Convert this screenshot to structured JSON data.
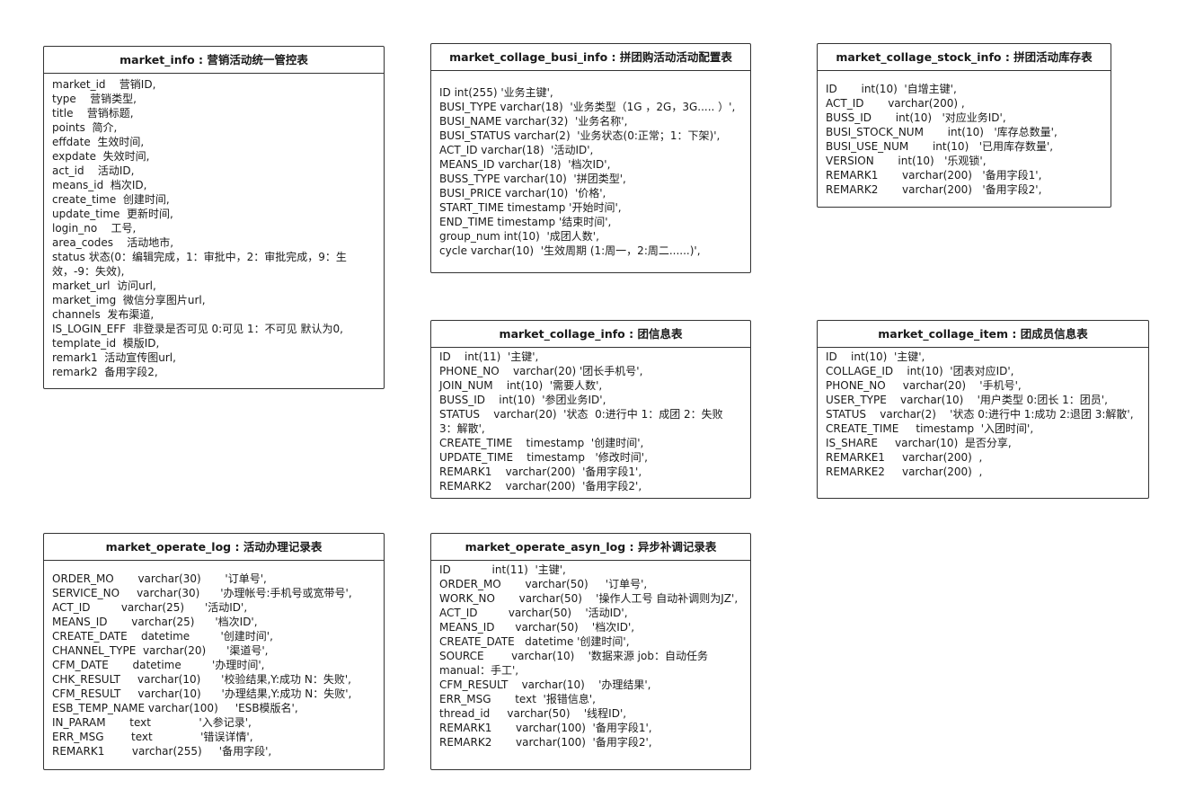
{
  "tables": {
    "market_info": {
      "title": "market_info :  营销活动统一管控表",
      "lines": [
        "market_id    营销ID,",
        "type    营销类型,",
        "title    营销标题,",
        "points  简介,",
        "effdate  生效时间,",
        "expdate  失效时间,",
        "act_id    活动ID,",
        "means_id  档次ID,",
        "create_time  创建时间,",
        "update_time  更新时间,",
        "login_no    工号,",
        "area_codes    活动地市,",
        "status 状态(0：编辑完成，1：审批中，2：审批完成，9：生效，-9：失效),",
        "market_url  访问url,",
        "market_img  微信分享图片url,",
        "channels  发布渠道,",
        "IS_LOGIN_EFF  非登录是否可见 0:可见 1：不可见 默认为0,",
        "template_id  模版ID,",
        "remark1  活动宣传图url,",
        "remark2  备用字段2,"
      ]
    },
    "market_collage_busi_info": {
      "title": "market_collage_busi_info : 拼团购活动活动配置表",
      "lines": [
        "ID int(255) '业务主键',",
        "BUSI_TYPE varchar(18)  '业务类型（1G ，2G，3G..... ）',",
        "BUSI_NAME varchar(32)  '业务名称',",
        "BUSI_STATUS varchar(2)  '业务状态(0:正常；1：下架)',",
        "ACT_ID varchar(18)  '活动ID',",
        "MEANS_ID varchar(18)  '档次ID',",
        "BUSS_TYPE varchar(10)  '拼团类型',",
        "BUSI_PRICE varchar(10)  '价格',",
        "START_TIME timestamp '开始时间',",
        "END_TIME timestamp '结束时间',",
        "group_num int(10)  '成团人数',",
        "cycle varchar(10)  '生效周期 (1:周一，2:周二......)',"
      ]
    },
    "market_collage_stock_info": {
      "title": "market_collage_stock_info :  拼团活动库存表",
      "lines": [
        "ID       int(10)  '自增主键',",
        "ACT_ID       varchar(200) ,",
        "BUSS_ID       int(10)   '对应业务ID',",
        "BUSI_STOCK_NUM       int(10)   '库存总数量',",
        "BUSI_USE_NUM       int(10)   '已用库存数量',",
        "VERSION       int(10)   '乐观锁',",
        "REMARK1       varchar(200)   '备用字段1',",
        "REMARK2       varchar(200)   '备用字段2',"
      ]
    },
    "market_collage_info": {
      "title": "market_collage_info :   团信息表",
      "lines": [
        "ID    int(11)  '主键',",
        "PHONE_NO    varchar(20) '团长手机号',",
        "JOIN_NUM    int(10)  '需要人数',",
        "BUSS_ID    int(10)  '参团业务ID',",
        "STATUS    varchar(20)  '状态  0:进行中 1：成团 2：失败 3：解散',",
        "CREATE_TIME    timestamp  '创建时间',",
        "UPDATE_TIME    timestamp   '修改时间',",
        "REMARK1    varchar(200)  '备用字段1',",
        "REMARK2    varchar(200)  '备用字段2',"
      ]
    },
    "market_collage_item": {
      "title": "market_collage_item : 团成员信息表",
      "lines": [
        "ID    int(10)  '主键',",
        "COLLAGE_ID    int(10)  '团表对应ID',",
        "PHONE_NO     varchar(20)    '手机号',",
        "USER_TYPE    varchar(10)    '用户类型 0:团长 1：团员',",
        "STATUS    varchar(2)    '状态 0:进行中 1:成功 2:退团 3:解散',",
        "CREATE_TIME     timestamp  '入团时间',",
        "IS_SHARE     varchar(10)  是否分享,",
        "REMARKE1     varchar(200)  ,",
        "REMARKE2     varchar(200)  ,"
      ]
    },
    "market_operate_log": {
      "title": "market_operate_log :  活动办理记录表",
      "lines": [
        "ORDER_MO       varchar(30)       '订单号',",
        "SERVICE_NO     varchar(30)      '办理帐号:手机号或宽带号',",
        "ACT_ID         varchar(25)      '活动ID',",
        "MEANS_ID       varchar(25)      '档次ID',",
        "CREATE_DATE    datetime         '创建时间',",
        "CHANNEL_TYPE  varchar(20)      '渠道号',",
        "CFM_DATE       datetime         '办理时间',",
        "CHK_RESULT     varchar(10)      '校验结果,Y:成功 N：失败',",
        "CFM_RESULT     varchar(10)      '办理结果,Y:成功 N：失败',",
        "ESB_TEMP_NAME varchar(100)     'ESB模版名',",
        "IN_PARAM       text              '入参记录',",
        "ERR_MSG        text              '错误详情',",
        "REMARK1        varchar(255)     '备用字段',"
      ]
    },
    "market_operate_asyn_log": {
      "title": "market_operate_asyn_log : 异步补调记录表",
      "lines": [
        "ID            int(11)  '主键',",
        "ORDER_MO       varchar(50)     '订单号',",
        "WORK_NO       varchar(50)    '操作人工号 自动补调则为JZ',",
        "ACT_ID         varchar(50)    '活动ID',",
        "MEANS_ID      varchar(50)    '档次ID',",
        "CREATE_DATE   datetime '创建时间',",
        "SOURCE        varchar(10)    '数据来源 job：自动任务 manual：手工',",
        "CFM_RESULT    varchar(10)    '办理结果',",
        "ERR_MSG       text  '报错信息',",
        "thread_id     varchar(50)    '线程ID',",
        "REMARK1       varchar(100)  '备用字段1',",
        "REMARK2       varchar(100)  '备用字段2',"
      ]
    }
  }
}
